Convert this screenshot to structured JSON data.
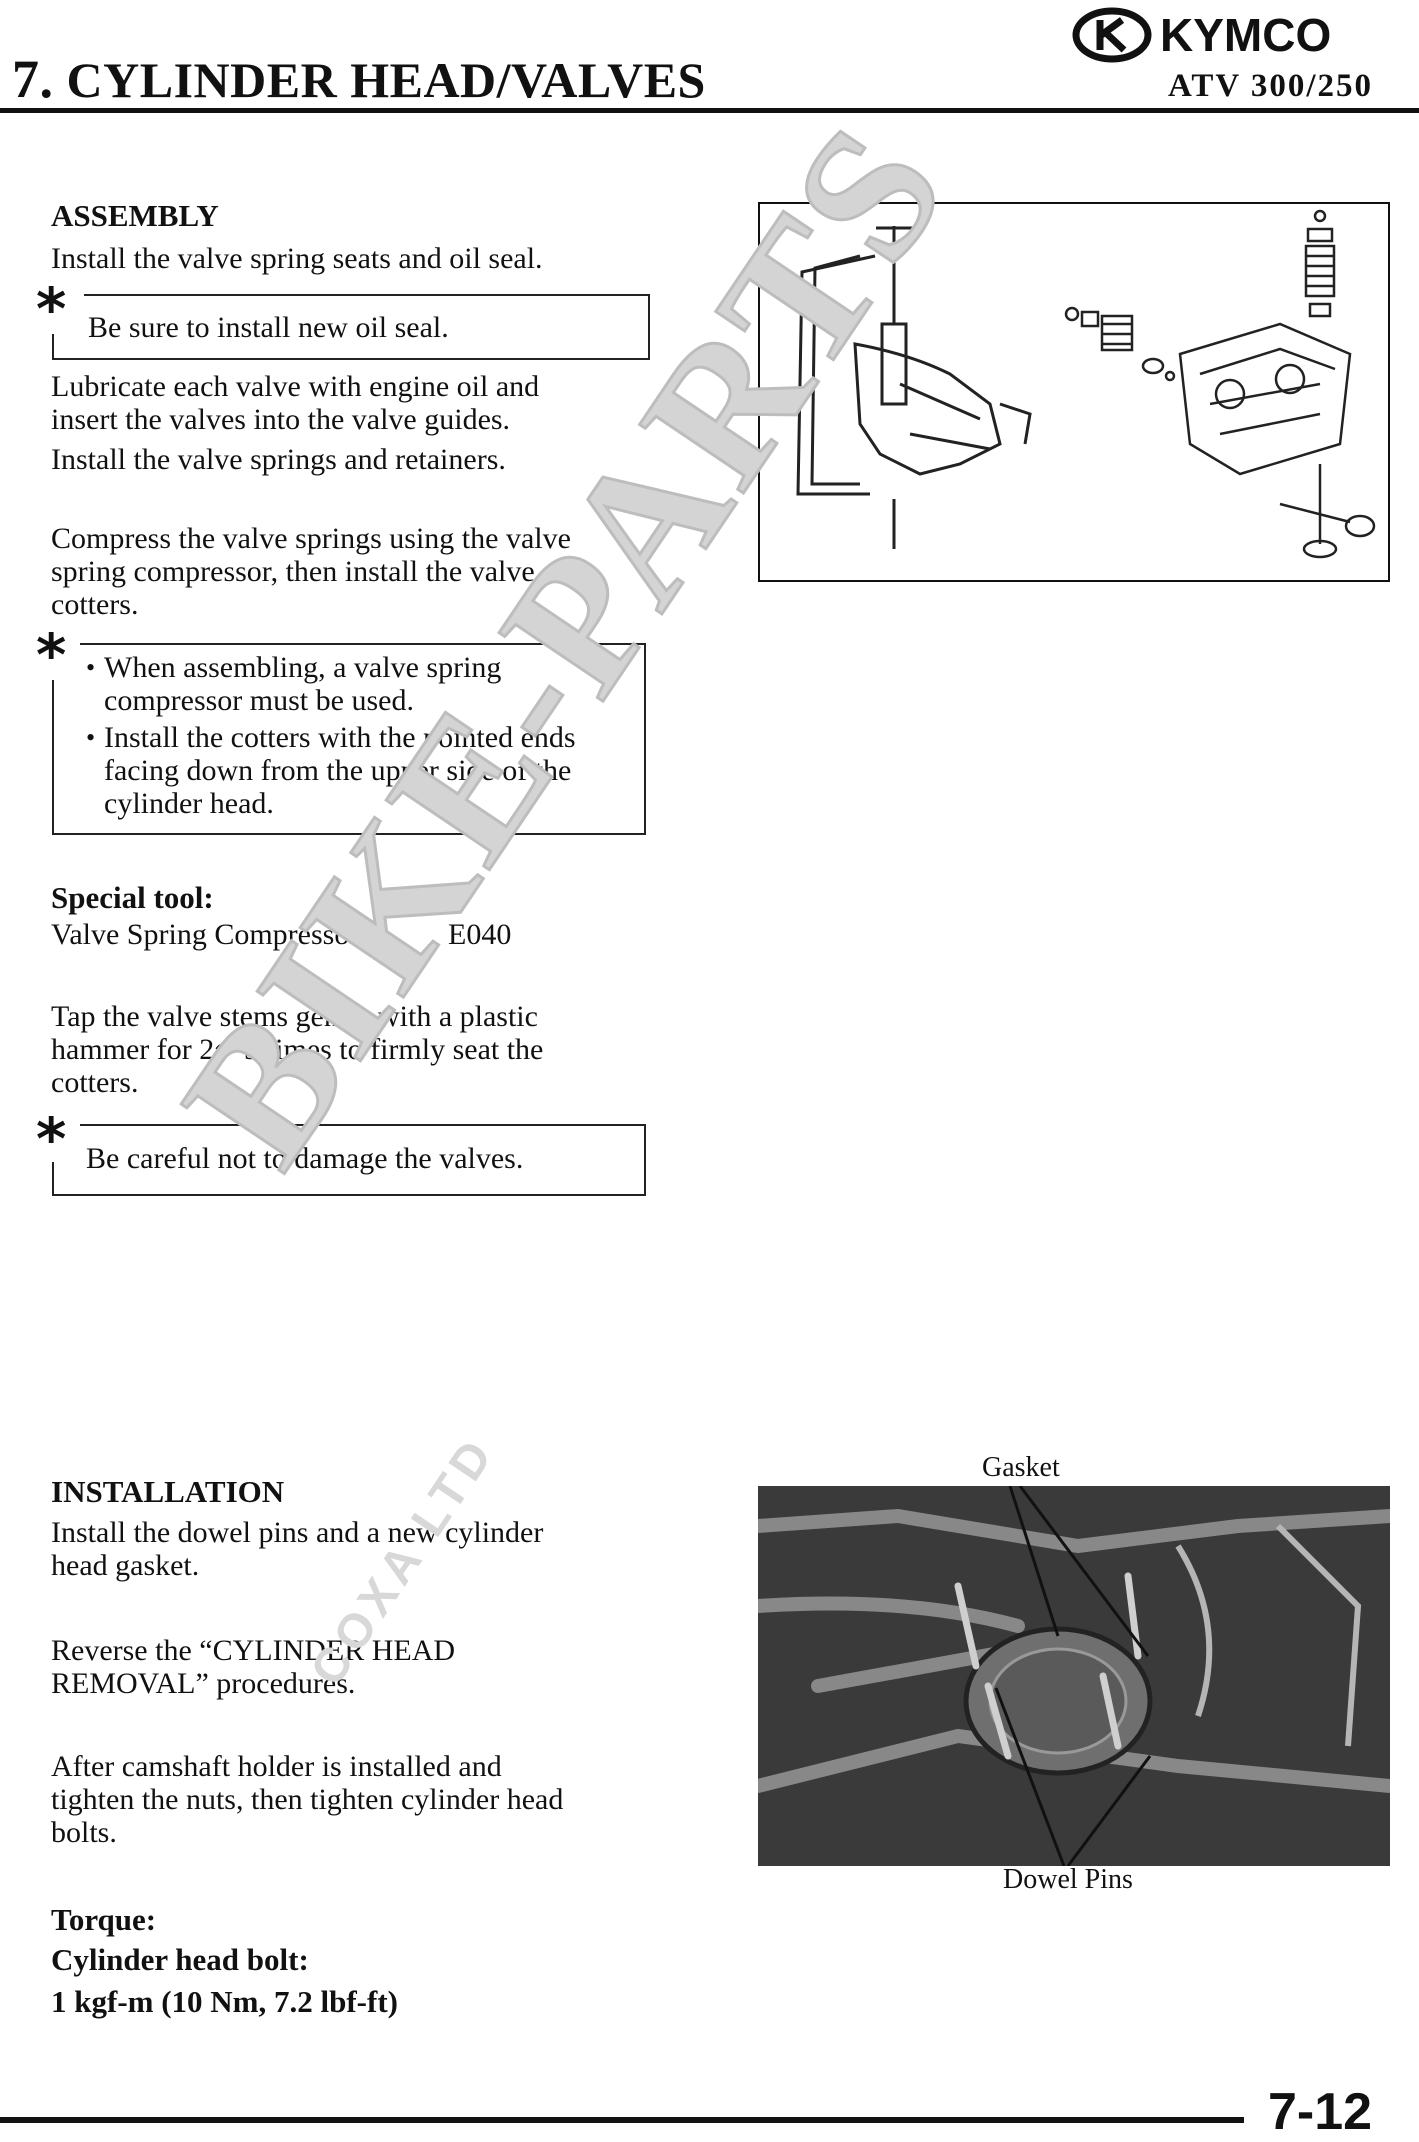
{
  "header": {
    "chapter_number": "7.",
    "chapter_title": "CYLINDER HEAD/VALVES",
    "brand": "KYMCO",
    "model": "ATV 300/250"
  },
  "assembly": {
    "heading": "ASSEMBLY",
    "p1": "Install the valve spring seats and oil seal.",
    "note1": "Be sure to install new oil seal.",
    "p2a": "Lubricate each valve with engine oil and",
    "p2b": "insert the valves into the valve guides.",
    "p3": "Install the valve springs and retainers.",
    "p4a": "Compress the valve springs using the valve",
    "p4b": "spring compressor, then install the valve",
    "p4c": "cotters.",
    "note2_bullets": [
      {
        "l1": "When assembling, a valve spring",
        "l2": "compressor must be used."
      },
      {
        "l1": "Install the cotters with the pointed ends",
        "l2": "facing down from the upper side of the",
        "l3": "cylinder head."
      }
    ],
    "special_tool_heading": "Special tool:",
    "special_tool_name": "Valve Spring Compressor",
    "special_tool_code": "E040",
    "p5a": "Tap the valve stems gently with a plastic",
    "p5b": "hammer for 2～3 times to firmly seat the",
    "p5c": "cotters.",
    "note3": "Be careful not to damage the valves."
  },
  "installation": {
    "heading": "INSTALLATION",
    "p1a": "Install the dowel pins and a new cylinder",
    "p1b": "head gasket.",
    "p2a": "Reverse the “CYLINDER HEAD",
    "p2b": "REMOVAL” procedures.",
    "p3a": "After camshaft holder is installed and",
    "p3b": "tighten the nuts, then tighten cylinder head",
    "p3c": "bolts.",
    "torque_heading": "Torque:",
    "torque_item": "Cylinder head bolt:",
    "torque_value": "1 kgf-m (10 Nm, 7.2 lbf-ft)"
  },
  "figure_labels": {
    "gasket": "Gasket",
    "dowel_pins": "Dowel Pins"
  },
  "watermark": {
    "main": "BIKE-PARTS",
    "sub": "COXA LTD"
  },
  "note_symbol": "*",
  "bullet_symbol": "•",
  "footer": {
    "page_number": "7-12"
  }
}
